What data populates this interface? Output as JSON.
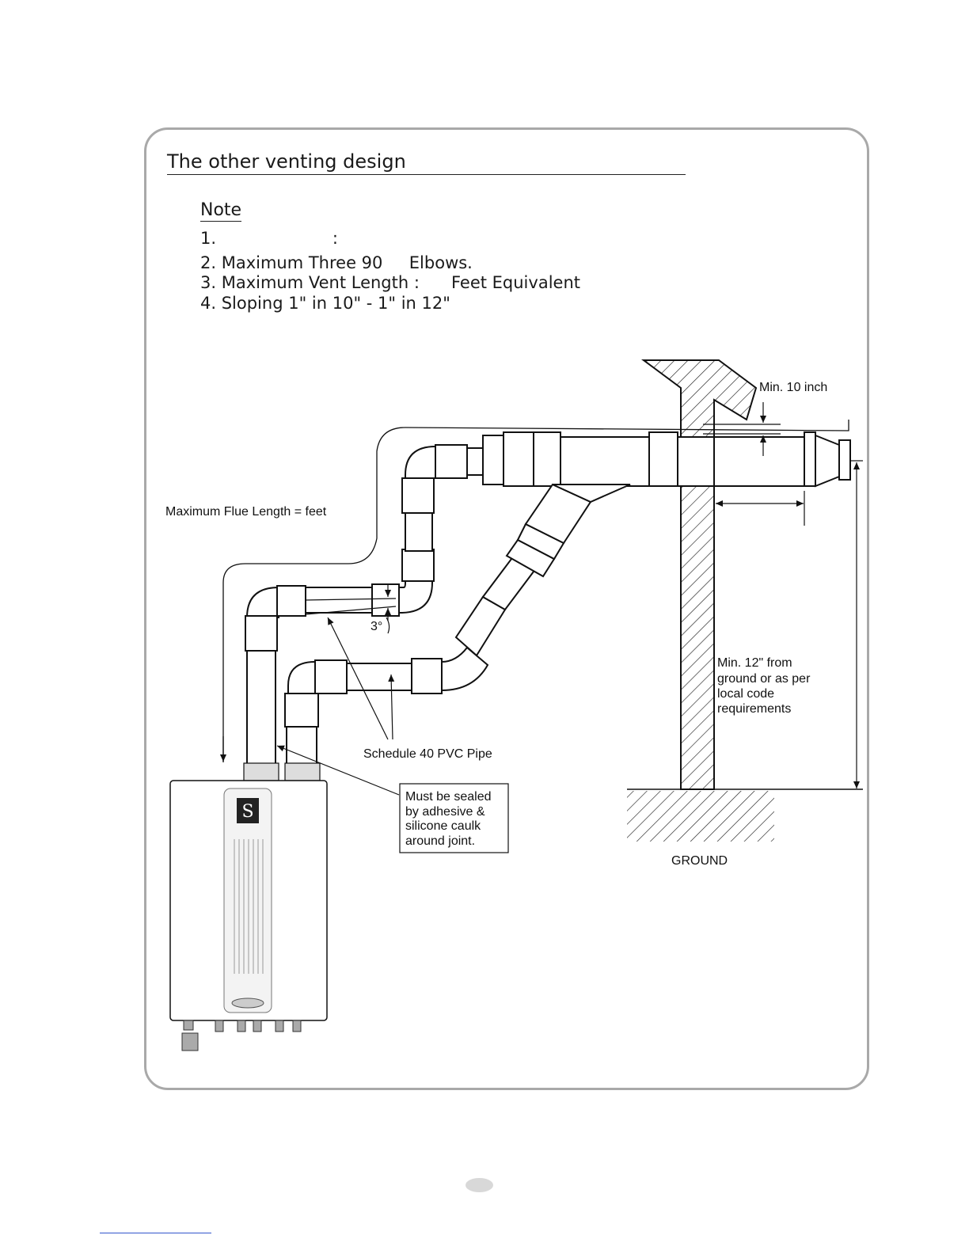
{
  "heading": "The other venting design",
  "note": {
    "title": "Note",
    "items": [
      "1.                      :",
      "2. Maximum Three 90     Elbows.",
      "3. Maximum Vent Length :      Feet Equivalent",
      "4. Sloping 1\" in 10\" - 1\" in 12\""
    ]
  },
  "diagram": {
    "max_flue_length": "Maximum Flue Length =       feet",
    "min_10_inch": "Min. 10 inch",
    "min_12_lines": [
      "Min. 12\" from",
      "ground or as per",
      "local code",
      "requirements"
    ],
    "slope_angle": "3°",
    "pipe_label": "Schedule 40 PVC Pipe",
    "sealed_lines": [
      "Must be sealed",
      "by adhesive &",
      "silicone caulk",
      "around joint."
    ],
    "ground": "GROUND"
  }
}
